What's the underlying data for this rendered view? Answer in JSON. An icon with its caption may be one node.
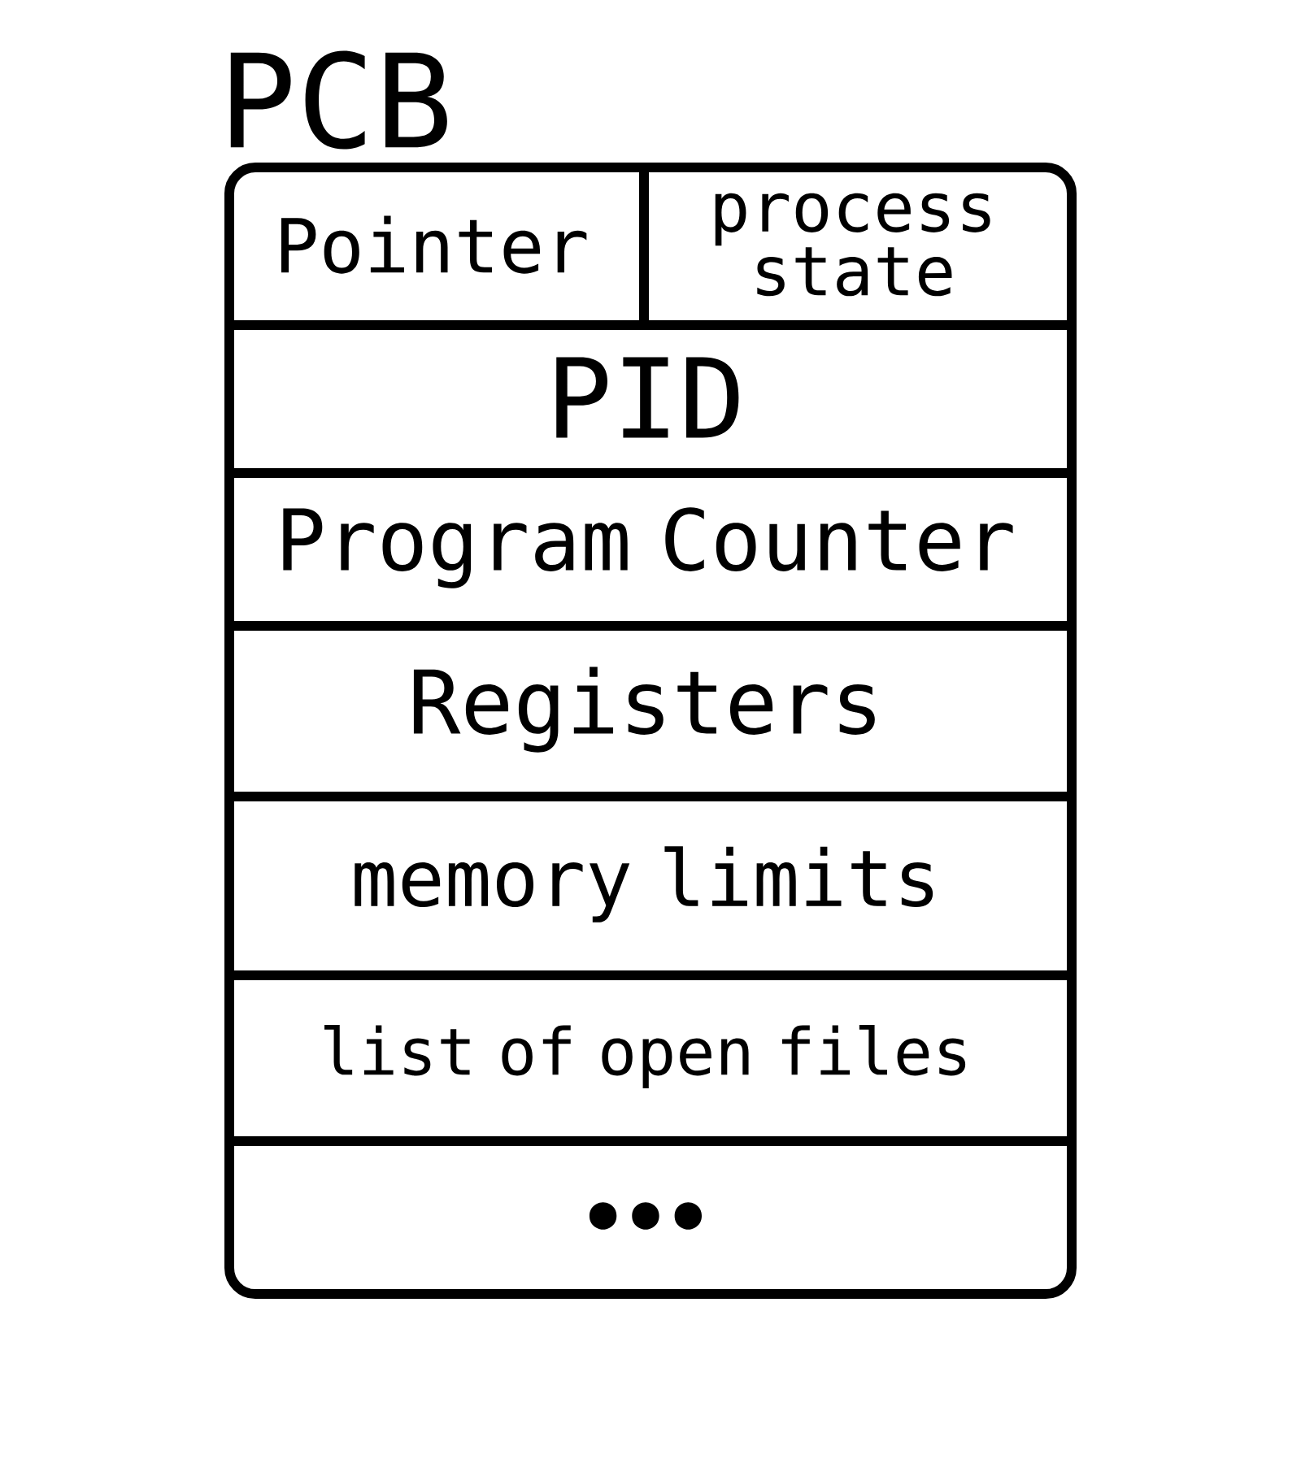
{
  "diagram": {
    "nodes": [
      {
        "text": [
          "PCB"
        ]
      },
      {
        "text": [
          "Pointer"
        ],
        "in": 0
      },
      {
        "text": [
          "process state"
        ],
        "in": 0
      },
      {
        "text": [
          "PID"
        ],
        "in": 0
      },
      {
        "text": [
          "Program Counter"
        ],
        "in": 0
      },
      {
        "text": [
          "Registers"
        ],
        "in": 0
      },
      {
        "text": [
          "memory limits"
        ],
        "in": 0
      },
      {
        "text": [
          "list of open files"
        ],
        "in": 0
      },
      {
        "text": [
          "● ● ●"
        ],
        "in": 0
      }
    ]
  }
}
